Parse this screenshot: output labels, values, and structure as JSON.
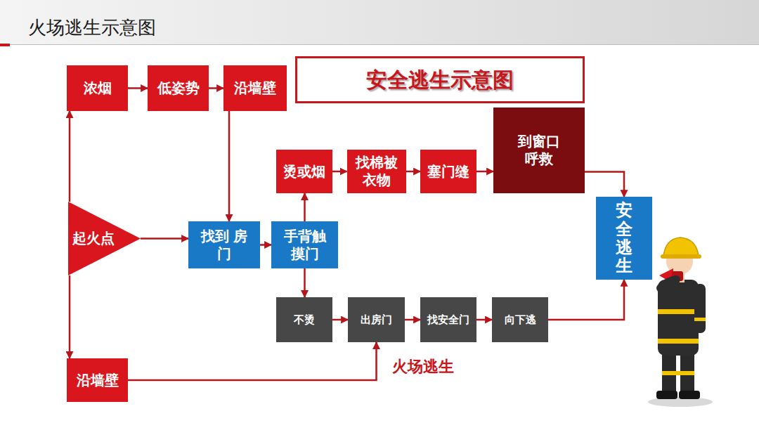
{
  "diagram": {
    "title": "火场逃生示意图",
    "nodes": [
      {
        "text": [
          "浓烟"
        ]
      },
      {
        "text": [
          "低姿势"
        ]
      },
      {
        "text": [
          "沿墙壁"
        ]
      },
      {
        "text": [
          "安全逃生示意图"
        ]
      },
      {
        "text": [
          "烫或烟"
        ]
      },
      {
        "text": [
          "找棉被 衣物"
        ]
      },
      {
        "text": [
          "塞门缝"
        ]
      },
      {
        "text": [
          "到窗口 呼救"
        ]
      },
      {
        "text": [
          "起火点"
        ]
      },
      {
        "text": [
          "找到 房门"
        ]
      },
      {
        "text": [
          "手背触 摸门"
        ]
      },
      {
        "text": [
          "安全逃生"
        ]
      },
      {
        "text": [
          "不烫"
        ]
      },
      {
        "text": [
          "出房门"
        ]
      },
      {
        "text": [
          "找安全门"
        ]
      },
      {
        "text": [
          "向下逃"
        ]
      },
      {
        "text": [
          "沿墙壁"
        ]
      }
    ],
    "edges": [
      {
        "from": 0,
        "to": 1,
        "arrow": "to"
      },
      {
        "from": 1,
        "to": 2,
        "arrow": "to"
      },
      {
        "from": 2,
        "to": 9,
        "arrow": "to"
      },
      {
        "from": 8,
        "to": 0,
        "arrow": "to"
      },
      {
        "from": 8,
        "to": 16,
        "arrow": "to"
      },
      {
        "from": 8,
        "to": 9,
        "arrow": "to"
      },
      {
        "from": 9,
        "to": 10,
        "arrow": "to"
      },
      {
        "from": 10,
        "to": 4,
        "arrow": "to"
      },
      {
        "from": 10,
        "to": 12,
        "arrow": "to"
      },
      {
        "from": 4,
        "to": 5,
        "arrow": "to"
      },
      {
        "from": 5,
        "to": 6,
        "arrow": "to"
      },
      {
        "from": 6,
        "to": 7,
        "arrow": "to"
      },
      {
        "from": 7,
        "to": 11,
        "arrow": "to"
      },
      {
        "from": 12,
        "to": 13,
        "arrow": "to"
      },
      {
        "from": 13,
        "to": 14,
        "arrow": "to"
      },
      {
        "from": 14,
        "to": 15,
        "arrow": "to"
      },
      {
        "from": 15,
        "to": 11,
        "arrow": "to"
      },
      {
        "from": 16,
        "to": 13,
        "arrow": "to"
      }
    ],
    "labels": [
      "火场逃生"
    ]
  }
}
